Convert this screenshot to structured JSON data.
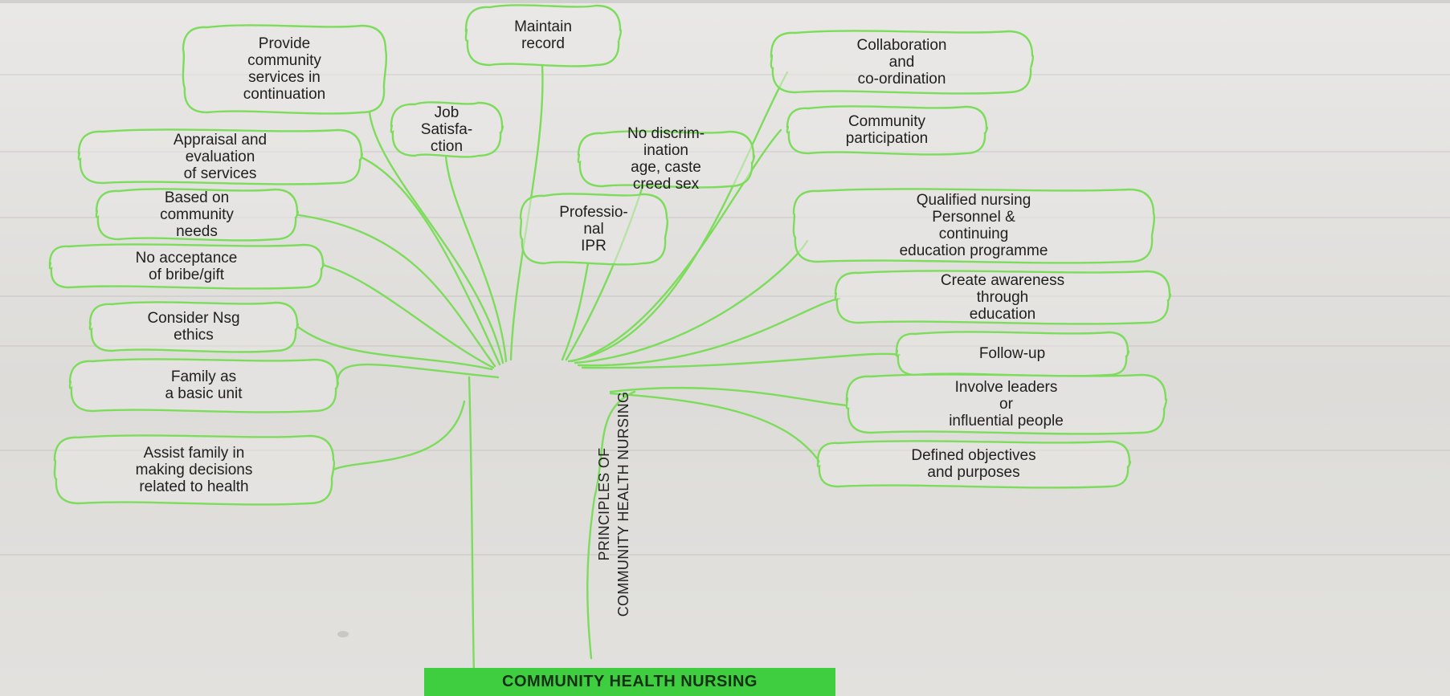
{
  "diagram": {
    "trunk_label_line1": "PRINCIPLES OF",
    "trunk_label_line2": "COMMUNITY HEALTH NURSING",
    "footer": "COMMUNITY HEALTH NURSING",
    "colors": {
      "branch": "#7ddc5c",
      "footer_bg": "#3fce3f",
      "background": "#e4e3e1"
    },
    "nodes": [
      {
        "id": "provide-community-services",
        "text": "Provide\ncommunity\nservices in\ncontinuation"
      },
      {
        "id": "maintain-record",
        "text": "Maintain\nrecord"
      },
      {
        "id": "collaboration-coordination",
        "text": "Collaboration\nand\nco-ordination"
      },
      {
        "id": "job-satisfaction",
        "text": "Job\nSatisfa-\nction"
      },
      {
        "id": "community-participation",
        "text": "Community\nparticipation"
      },
      {
        "id": "appraisal-evaluation",
        "text": "Appraisal and\nevaluation\nof services"
      },
      {
        "id": "no-discrimination",
        "text": "No discrim-\nination\nage, caste\ncreed sex"
      },
      {
        "id": "based-on-needs",
        "text": "Based on\ncommunity\nneeds"
      },
      {
        "id": "professional-ipr",
        "text": "Professio-\nnal\nIPR"
      },
      {
        "id": "qualified-personnel",
        "text": "Qualified nursing\nPersonnel &\ncontinuing\neducation programme"
      },
      {
        "id": "no-bribe",
        "text": "No acceptance\nof bribe/gift"
      },
      {
        "id": "create-awareness",
        "text": "Create awareness\nthrough\neducation"
      },
      {
        "id": "nsg-ethics",
        "text": "Consider Nsg\nethics"
      },
      {
        "id": "follow-up",
        "text": "Follow-up"
      },
      {
        "id": "family-basic-unit",
        "text": "Family as\na basic unit"
      },
      {
        "id": "involve-leaders",
        "text": "Involve leaders\nor\ninfluential people"
      },
      {
        "id": "assist-family",
        "text": "Assist family in\nmaking decisions\nrelated to health"
      },
      {
        "id": "defined-objectives",
        "text": "Defined objectives\nand purposes"
      }
    ]
  }
}
